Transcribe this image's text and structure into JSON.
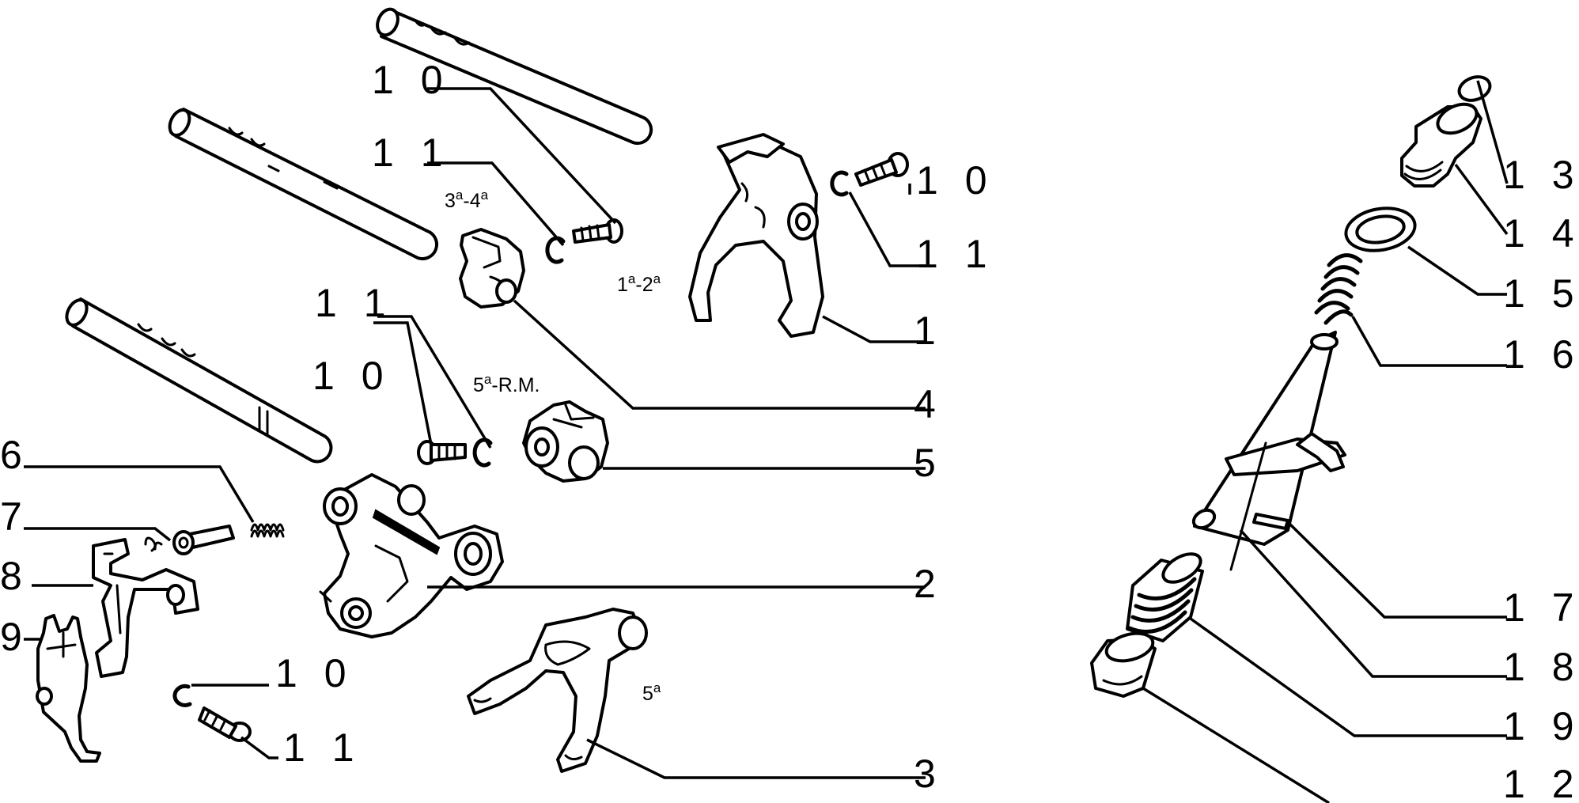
{
  "diagram": {
    "callouts": {
      "c1": "1",
      "c2": "2",
      "c3": "3",
      "c4": "4",
      "c5": "5",
      "c6": "6",
      "c7": "7",
      "c8": "8",
      "c9": "9",
      "c10a": "1 0",
      "c10b": "1 0",
      "c10c": "1 0",
      "c10d": "1 0",
      "c11a": "1 1",
      "c11b": "1 1",
      "c11c": "1 1",
      "c11d": "1 1",
      "c12": "1 2",
      "c13": "1 3",
      "c14": "1 4",
      "c15": "1 5",
      "c16": "1 6",
      "c17": "1 7",
      "c18": "1 8",
      "c19": "1 9"
    },
    "gear_labels": {
      "g34_a": "3",
      "g34_sup1": "a",
      "g34_b": "-4",
      "g34_sup2": "a",
      "g12_a": "1",
      "g12_sup1": "a",
      "g12_b": "-2",
      "g12_sup2": "a",
      "g5rm_a": "5",
      "g5rm_sup": "a",
      "g5rm_b": "-R.M.",
      "g5_a": "5",
      "g5_sup": "a"
    }
  }
}
